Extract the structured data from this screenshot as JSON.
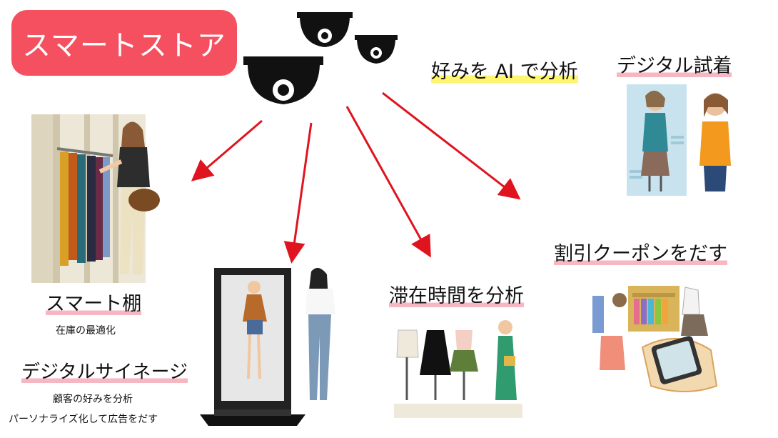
{
  "title": "スマートストア",
  "features": {
    "ai_analysis": "好みを AI で分析",
    "digital_fitting": "デジタル試着",
    "smart_shelf": {
      "label": "スマート棚",
      "desc": "在庫の最適化"
    },
    "digital_signage": {
      "label": "デジタルサイネージ",
      "desc1": "顧客の好みを分析",
      "desc2": "パーソナライズ化して広告をだす"
    },
    "dwell_time": "滞在時間を分析",
    "coupon": "割引クーポンをだす"
  },
  "colors": {
    "badge": "#f4505f",
    "arrow": "#e0141e",
    "underline_pink": "#f7b7c2",
    "underline_yellow": "#fff66f"
  },
  "icons": [
    "security-camera-icon",
    "clothing-rack-icon",
    "signage-display-icon",
    "mannequin-icon",
    "smartphone-shopping-icon",
    "mirror-icon"
  ]
}
